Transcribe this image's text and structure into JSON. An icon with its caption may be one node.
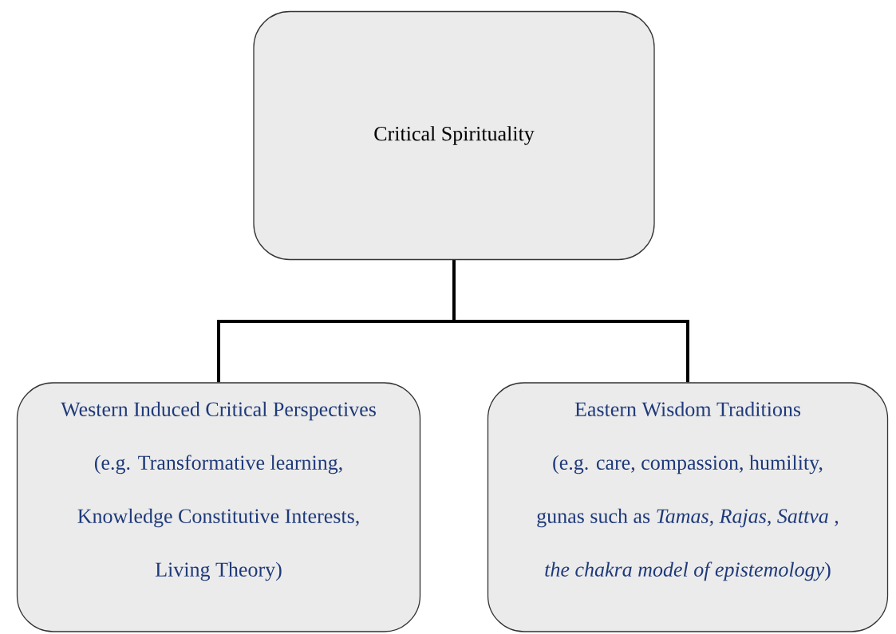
{
  "diagram": {
    "nodes": [
      {
        "text": [
          "Critical Spirituality"
        ]
      },
      {
        "text": [
          "Western Induced Critical Perspectives",
          "(e.g. Transformative learning, Knowledge Constitutive Interests, Living Theory)"
        ]
      },
      {
        "text": [
          "Eastern Wisdom Traditions",
          "(e.g. care, compassion, humility, gunas such as *Tamas, Rajas, Sattva* , *the chakra model of epistemology*)"
        ]
      }
    ],
    "edges": [
      {
        "from": 0,
        "to": 1,
        "arrow": "none"
      },
      {
        "from": 0,
        "to": 2,
        "arrow": "none"
      }
    ]
  }
}
